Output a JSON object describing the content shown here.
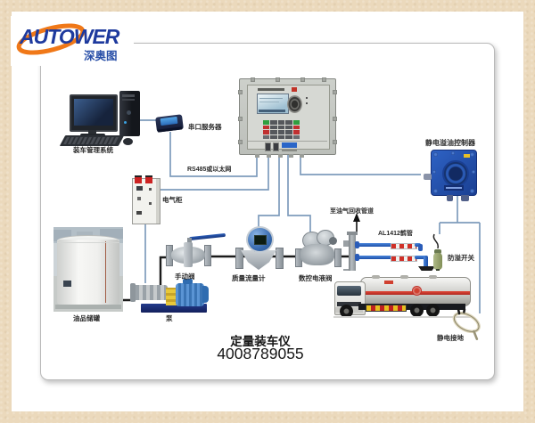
{
  "logo": {
    "brand": "AUTOWER",
    "brand_sub": "深奥图"
  },
  "footer": {
    "title": "定量装车仪",
    "phone": "4008789055"
  },
  "labels": {
    "computer": "装车管理系统",
    "serial_server": "串口服务器",
    "network": "RS485或以太网",
    "static_overflow_controller": "静电溢油控制器",
    "electrical_cabinet": "电气柜",
    "storage_tank": "油品储罐",
    "pump": "泵",
    "manual_valve": "手动阀",
    "mass_flow_meter": "质量流量计",
    "electro_hydraulic_valve": "数控电液阀",
    "vapor_recovery": "至油气回收管道",
    "loading_arm": "AL1412鹤管",
    "overflow_switch": "防溢开关",
    "static_grounding": "静电接地"
  },
  "colors": {
    "frame_beige": "#ebd9bc",
    "line_blue": "#7e9cbc",
    "pipe_black": "#1b1b1b",
    "logo_blue": "#1e3a9e",
    "logo_orange": "#f07818",
    "device_blue": "#2458b8"
  }
}
